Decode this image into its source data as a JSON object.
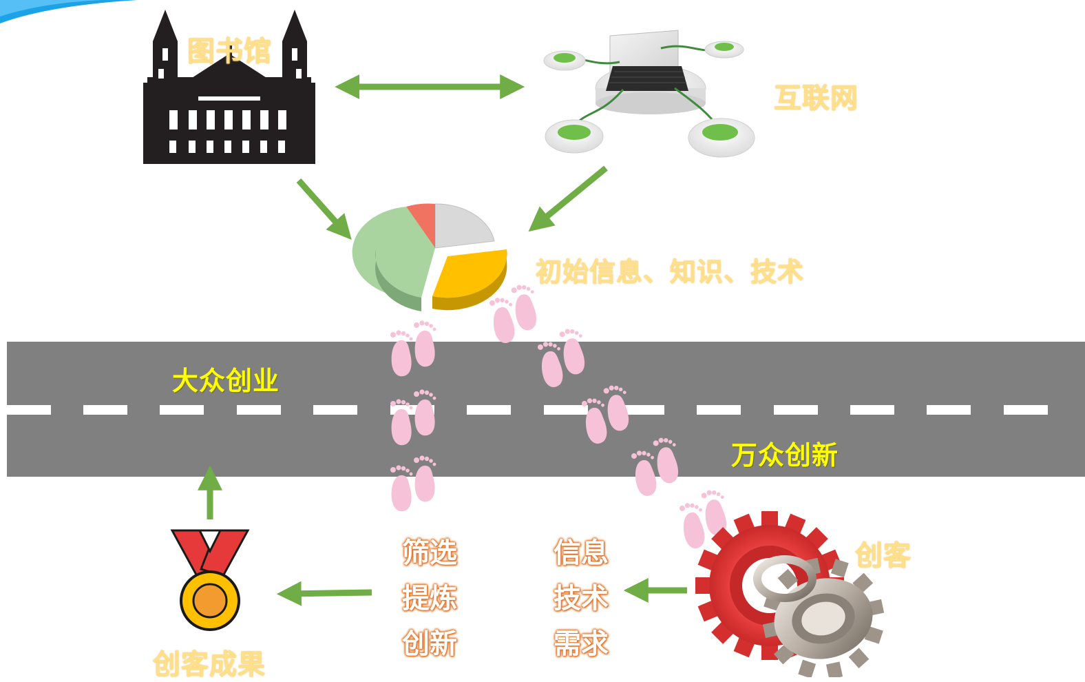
{
  "colors": {
    "arrow_green": "#70ad47",
    "road_gray": "#808080",
    "lane_white": "#ffffff",
    "footprint_pink": "#f6c2d8",
    "peach_text": "#ffe08a",
    "road_text_yellow": "#ffff00",
    "orange_glow": "#e0752a"
  },
  "nodes": {
    "library": {
      "label": "图书馆",
      "icon": "library-building-icon"
    },
    "internet": {
      "label": "互联网",
      "icon": "networked-computer-icon"
    },
    "initial_info": {
      "label": "初始信息、知识、技术",
      "icon": "pie-chart-icon"
    },
    "maker": {
      "label": "创客",
      "icon": "gears-icon"
    },
    "maker_result": {
      "label": "创客成果",
      "icon": "medal-icon"
    }
  },
  "road": {
    "upper_label": "大众创业",
    "lower_label": "万众创新"
  },
  "process": {
    "left_column": [
      "筛选",
      "提炼",
      "创新"
    ],
    "right_column": [
      "信息",
      "技术",
      "需求"
    ]
  },
  "decorations": {
    "footprints": "footprints-icon"
  }
}
